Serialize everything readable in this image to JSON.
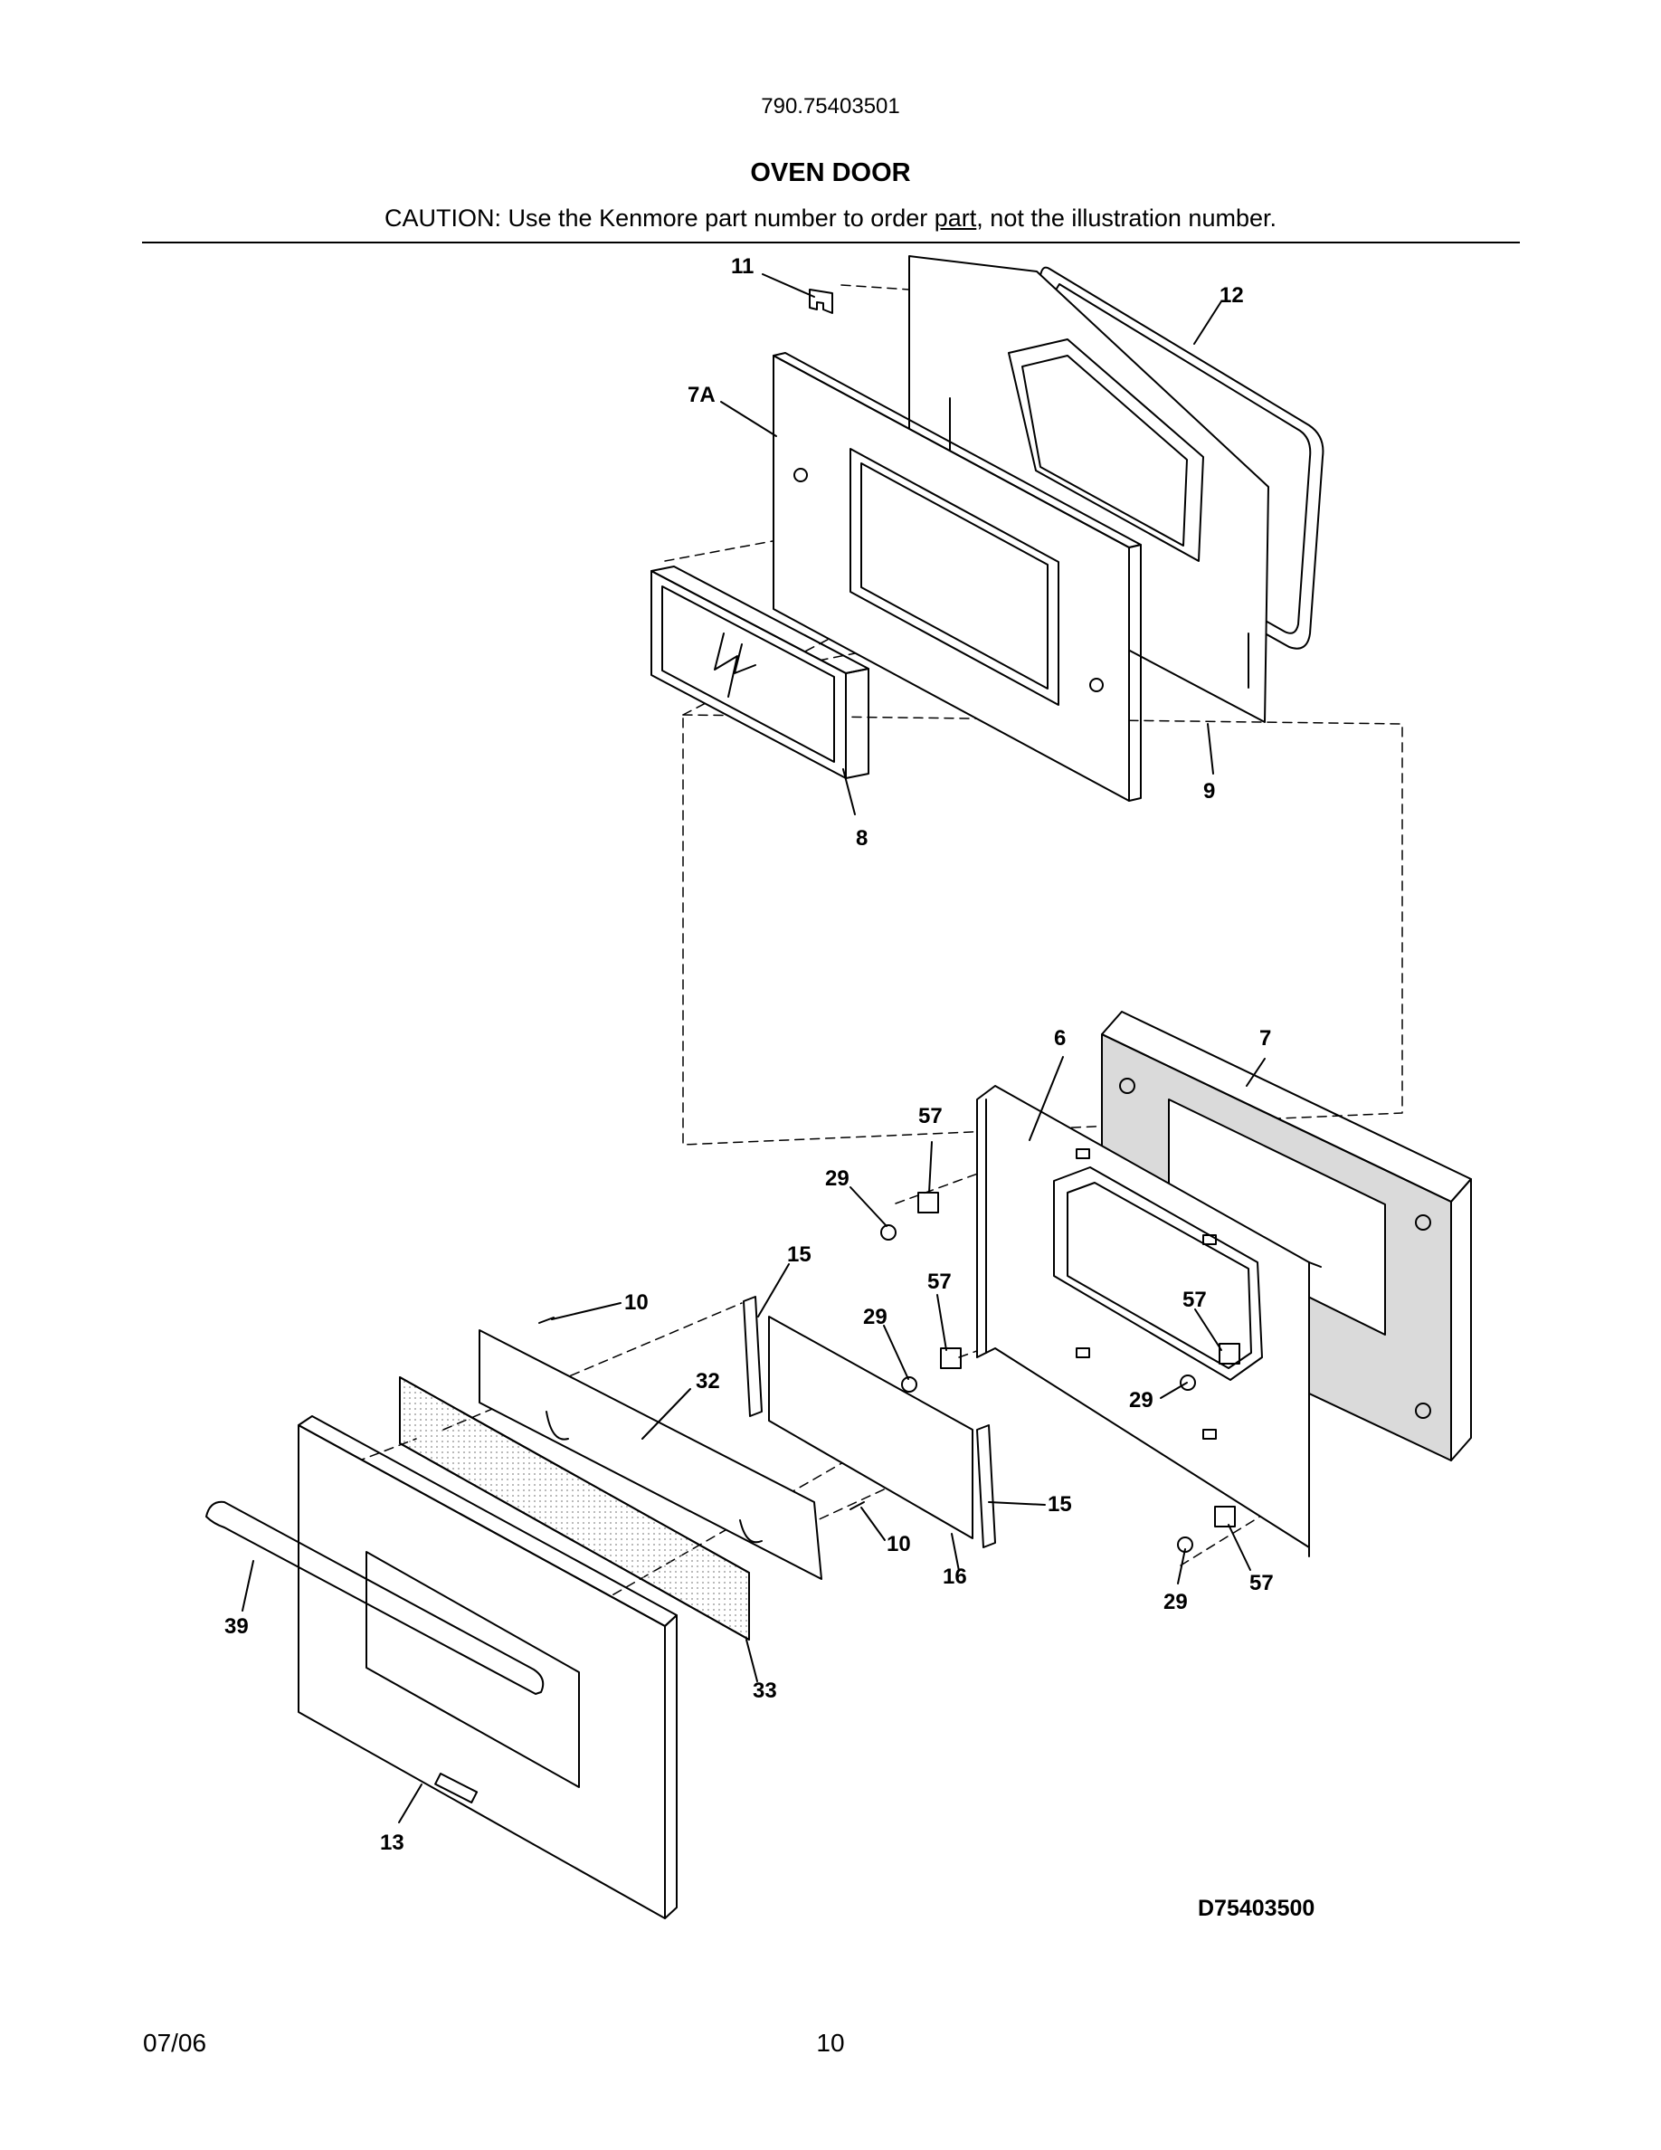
{
  "header": {
    "model_number": "790.75403501",
    "section_title": "OVEN DOOR",
    "caution_before": "CAUTION: Use the Kenmore part number to order ",
    "caution_link": "part",
    "caution_after": ", not the illustration number."
  },
  "diagram": {
    "callouts": {
      "c11": "11",
      "c12": "12",
      "c7a": "7A",
      "c8": "8",
      "c9": "9",
      "c6": "6",
      "c7": "7",
      "c57a": "57",
      "c29a": "29",
      "c15a": "15",
      "c57b": "57",
      "c29b": "29",
      "c57c": "57",
      "c29c": "29",
      "c10a": "10",
      "c32": "32",
      "c15b": "15",
      "c10b": "10",
      "c16": "16",
      "c29d": "29",
      "c57d": "57",
      "c39": "39",
      "c33": "33",
      "c13": "13"
    },
    "drawing_id": "D75403500"
  },
  "footer": {
    "date": "07/06",
    "page_number": "10"
  }
}
